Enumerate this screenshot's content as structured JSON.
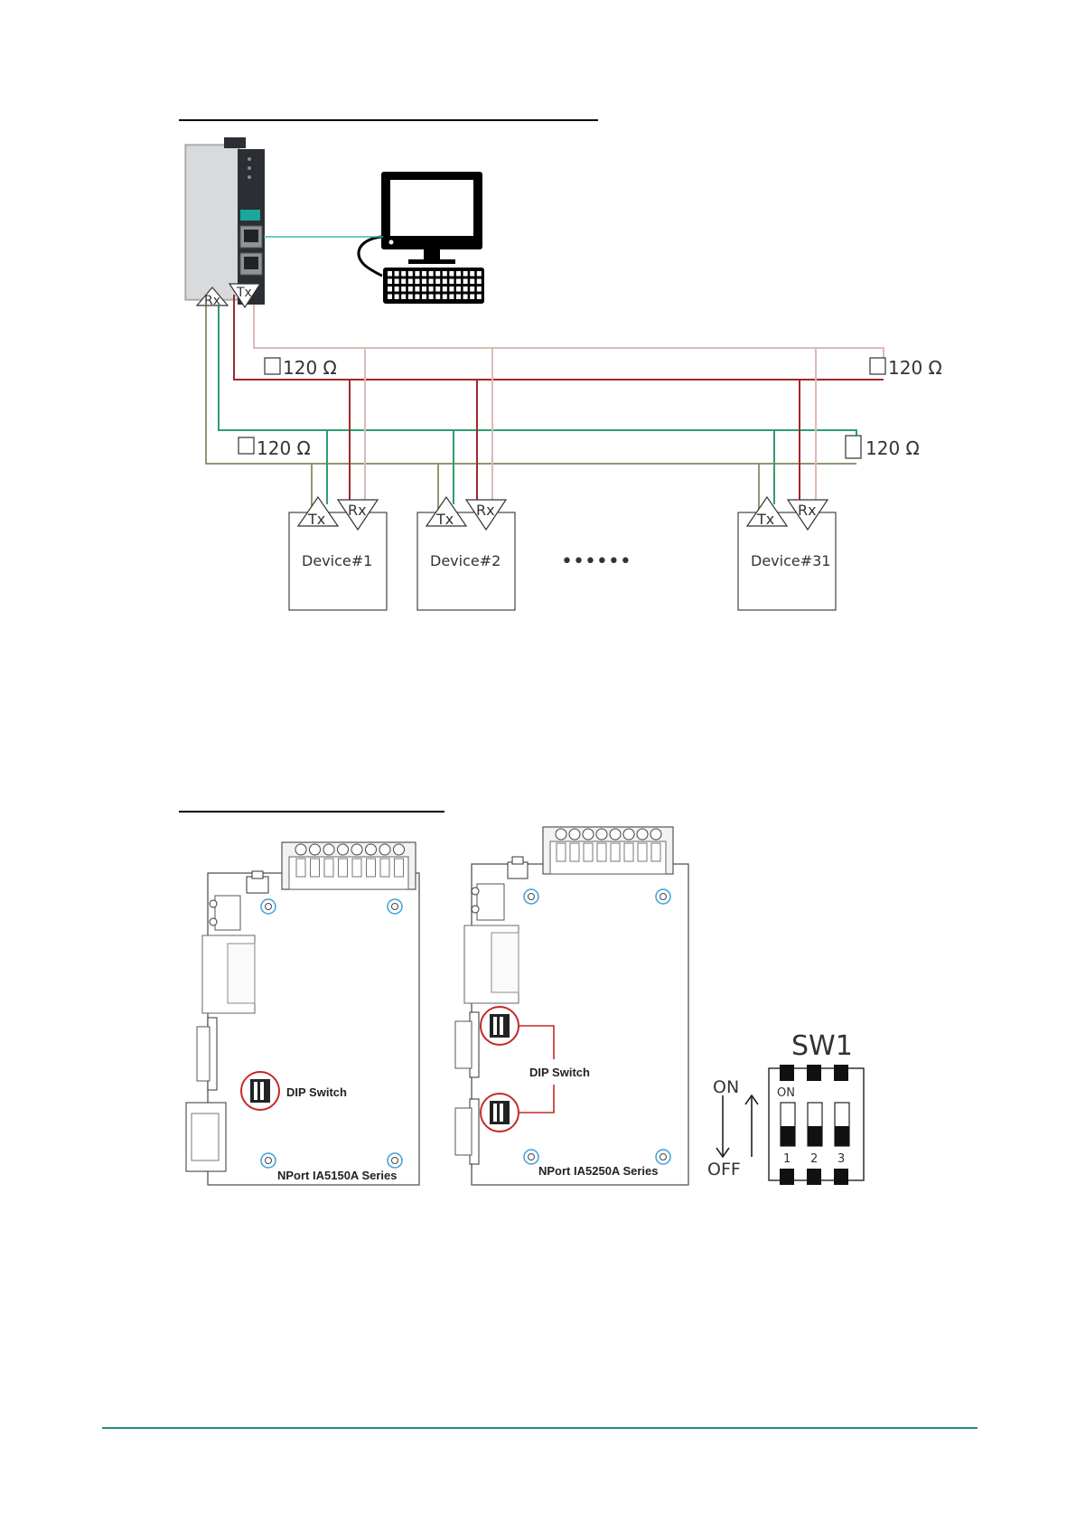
{
  "colors": {
    "line_tx_plus": "#e0b7b7",
    "line_tx_minus": "#a02828",
    "line_rx_plus": "#2e9e6e",
    "line_rx_minus": "#8c9a70",
    "ethernet": "#3fb8a8",
    "footer_rule": "#1f8f80",
    "dip_circle": "#c62828",
    "mount_hole": "#3aa0d8"
  },
  "wiring_diagram": {
    "gateway": {
      "rx_label": "Rx",
      "tx_label": "Tx"
    },
    "resistors": {
      "label": "120 Ω"
    },
    "devices": [
      {
        "name": "Device#1",
        "tx": "Tx",
        "rx": "Rx"
      },
      {
        "name": "Device#2",
        "tx": "Tx",
        "rx": "Rx"
      },
      {
        "name": "Device#31",
        "tx": "Tx",
        "rx": "Rx"
      }
    ],
    "ellipsis": "••••••"
  },
  "dip_section": {
    "board_left": {
      "model": "NPort IA5150A Series",
      "dip_label": "DIP Switch"
    },
    "board_right": {
      "model": "NPort IA5250A Series",
      "dip_label": "DIP Switch"
    },
    "sw1": {
      "title": "SW1",
      "on_label": "ON",
      "off_label": "OFF",
      "on_inner": "ON",
      "positions": [
        "1",
        "2",
        "3"
      ]
    }
  }
}
